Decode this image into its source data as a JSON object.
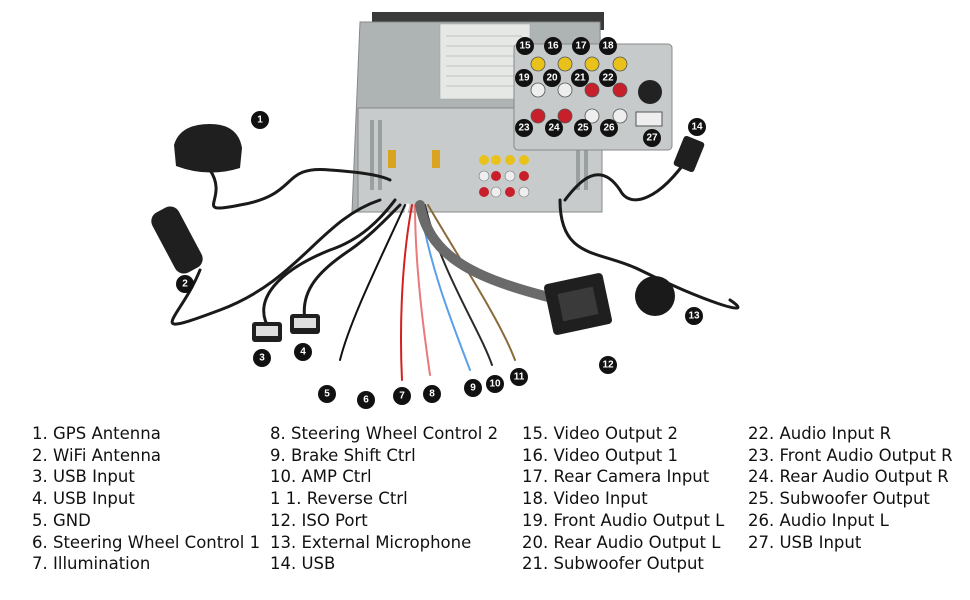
{
  "callouts": [
    "1",
    "2",
    "3",
    "4",
    "5",
    "6",
    "7",
    "8",
    "9",
    "10",
    "11",
    "12",
    "13",
    "14",
    "15",
    "16",
    "17",
    "18",
    "19",
    "20",
    "21",
    "22",
    "23",
    "24",
    "25",
    "26",
    "27"
  ],
  "legend": {
    "col1": [
      "1.  GPS Antenna",
      "2. WiFi Antenna",
      "3. USB Input",
      "4. USB Input",
      "5. GND",
      "6. Steering Wheel Control 1",
      "7. Illumination"
    ],
    "col2": [
      "8. Steering Wheel Control 2",
      "9. Brake Shift Ctrl",
      "10. AMP Ctrl",
      "1 1. Reverse Ctrl",
      "12.  ISO Port",
      "13. External Microphone",
      "14. USB"
    ],
    "col3": [
      "15. Video Output 2",
      "16. Video Output 1",
      "17. Rear Camera Input",
      "18. Video Input",
      "19. Front Audio Output L",
      "20. Rear Audio Output L",
      "21. Subwoofer Output"
    ],
    "col4": [
      "22. Audio Input R",
      "23. Front Audio Output R",
      "24. Rear Audio Output R",
      "25. Subwoofer Output",
      "26. Audio Input L",
      "27. USB Input"
    ]
  },
  "colors": {
    "callout_bg": "#111111",
    "callout_text": "#ffffff",
    "chassis": "#b9bcbc",
    "panel": "#c8cccc",
    "rca_yellow": "#e8c21a",
    "rca_red": "#c8202a",
    "rca_white": "#eeeeee"
  }
}
